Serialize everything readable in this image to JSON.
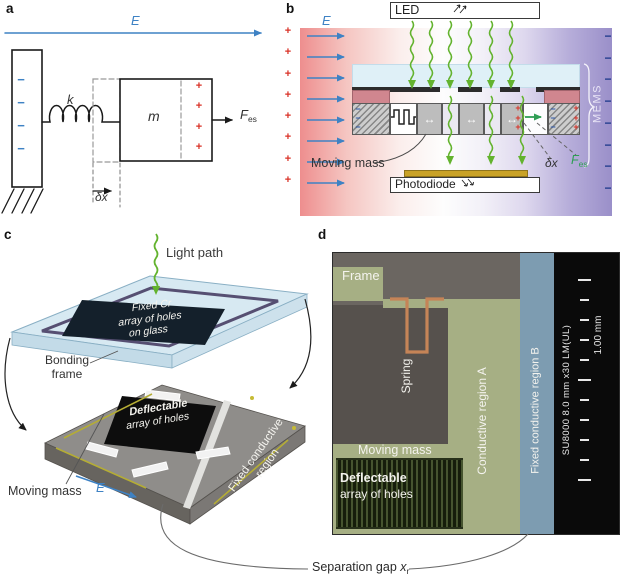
{
  "panels": {
    "a": "a",
    "b": "b",
    "c": "c",
    "d": "d"
  },
  "symbols": {
    "plus": "+",
    "minus": "−",
    "harrow": "↔"
  },
  "panel_a": {
    "field": "E",
    "spring": "k",
    "mass": "m",
    "force": "F",
    "force_sub": "es",
    "displacement": "δx"
  },
  "panel_b": {
    "field": "E",
    "led": "LED",
    "photodiode": "Photodiode",
    "mems": "MEMS",
    "moving_mass": "Moving mass",
    "displacement": "δx",
    "force": "F",
    "force_sub": "es"
  },
  "panel_c": {
    "light_path": "Light path",
    "cr_line1": "Fixed Cr",
    "cr_line2": "array of holes",
    "cr_line3": "on glass",
    "bonding_line1": "Bonding",
    "bonding_line2": "frame",
    "defl_line1": "Deflectable",
    "defl_line2": "array of holes",
    "fixed_region_line1": "Fixed conductive",
    "fixed_region_line2": "region",
    "moving_mass": "Moving mass",
    "field": "E"
  },
  "panel_d": {
    "frame": "Frame",
    "spring": "Spring",
    "moving_mass": "Moving mass",
    "region_a": "Conductive region A",
    "region_b": "Fixed conductive region B",
    "defl_line1": "Deflectable",
    "defl_line2": "array of holes",
    "sem_meta": "SU8000 8.0 mm x30 LM(UL)",
    "scale": "1.00 mm"
  },
  "caption": {
    "text": "Separation gap ",
    "var": "x",
    "sub": "r"
  },
  "colors": {
    "field_blue": "#3e82c4",
    "light_green": "#63b32e",
    "charge_red": "#d93025",
    "charge_blue": "#1f3b8c",
    "force_green": "#2f9e55",
    "gold": "#c9a227",
    "sem_green": "#a6af84",
    "sem_blue": "#7d9cb1"
  }
}
